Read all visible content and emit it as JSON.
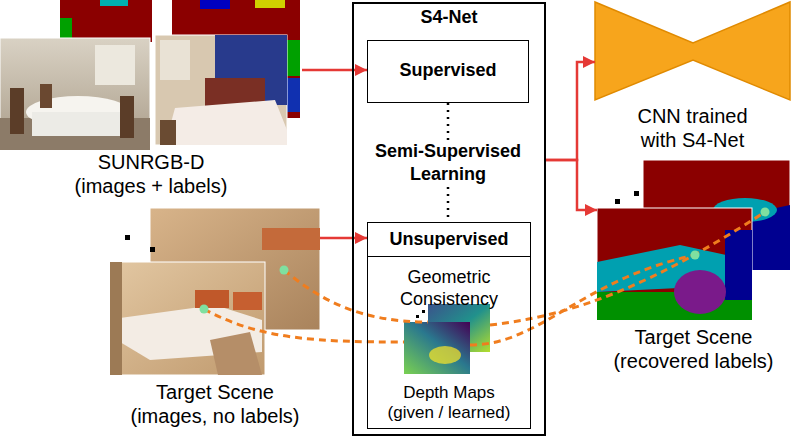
{
  "diagram": {
    "nodes": [
      {
        "text": [
          "S4-Net"
        ]
      },
      {
        "text": [
          "Supervised"
        ],
        "in": 0
      },
      {
        "text": [
          "Unsupervised",
          "Geometric Consistency",
          "Depth Maps (given / learned)"
        ],
        "in": 0
      },
      {
        "text": [
          "SUNRGB-D (images + labels)"
        ]
      },
      {
        "text": [
          "Target Scene (images, no labels)"
        ]
      },
      {
        "text": [
          "CNN trained with S4-Net"
        ]
      },
      {
        "text": [
          "Target Scene (recovered labels)"
        ]
      }
    ],
    "edges": [
      {
        "from": 3,
        "to": 1,
        "arrow": "to"
      },
      {
        "from": 4,
        "to": 2,
        "arrow": "to"
      },
      {
        "from": 1,
        "to": 2,
        "arrow": "none",
        "label": "Semi-Supervised Learning"
      },
      {
        "from": 0,
        "to": 5,
        "arrow": "to"
      },
      {
        "from": 0,
        "to": 6,
        "arrow": "to"
      }
    ]
  }
}
